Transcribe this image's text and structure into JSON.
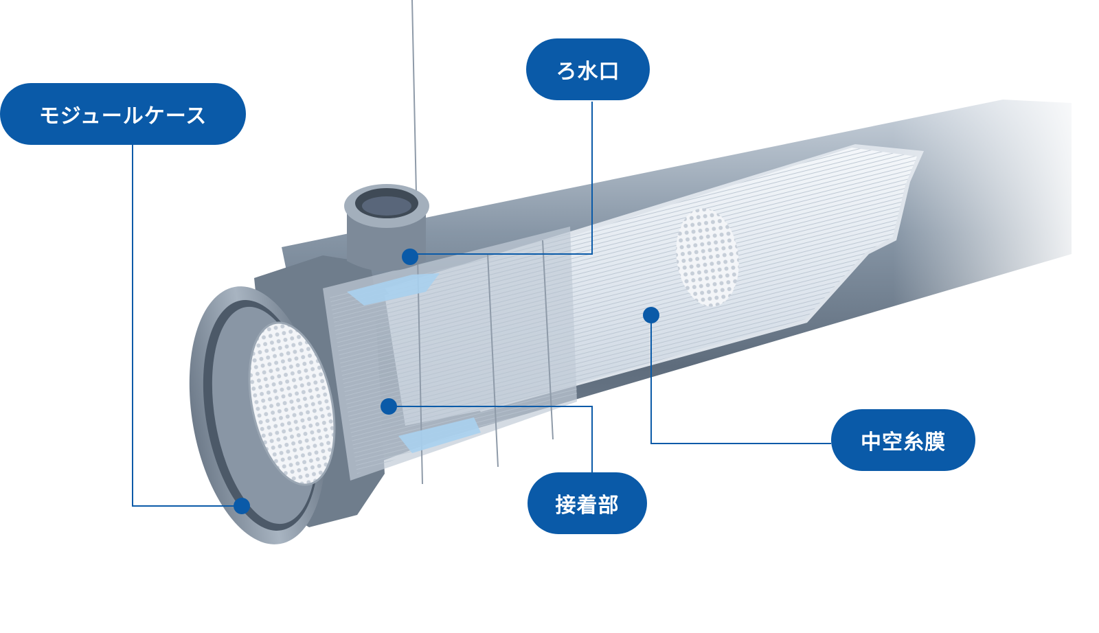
{
  "colors": {
    "accent": "#0a5aa8",
    "leader_line": "#0a5aa8",
    "pipe_dark": "#5d6b7b",
    "pipe_light": "#c5ced8",
    "membrane": "#e9eef4"
  },
  "labels": {
    "module_case": "モジュールケース",
    "filtrate_outlet": "ろ水口",
    "hollow_fiber": "中空糸膜",
    "adhesive": "接着部"
  }
}
